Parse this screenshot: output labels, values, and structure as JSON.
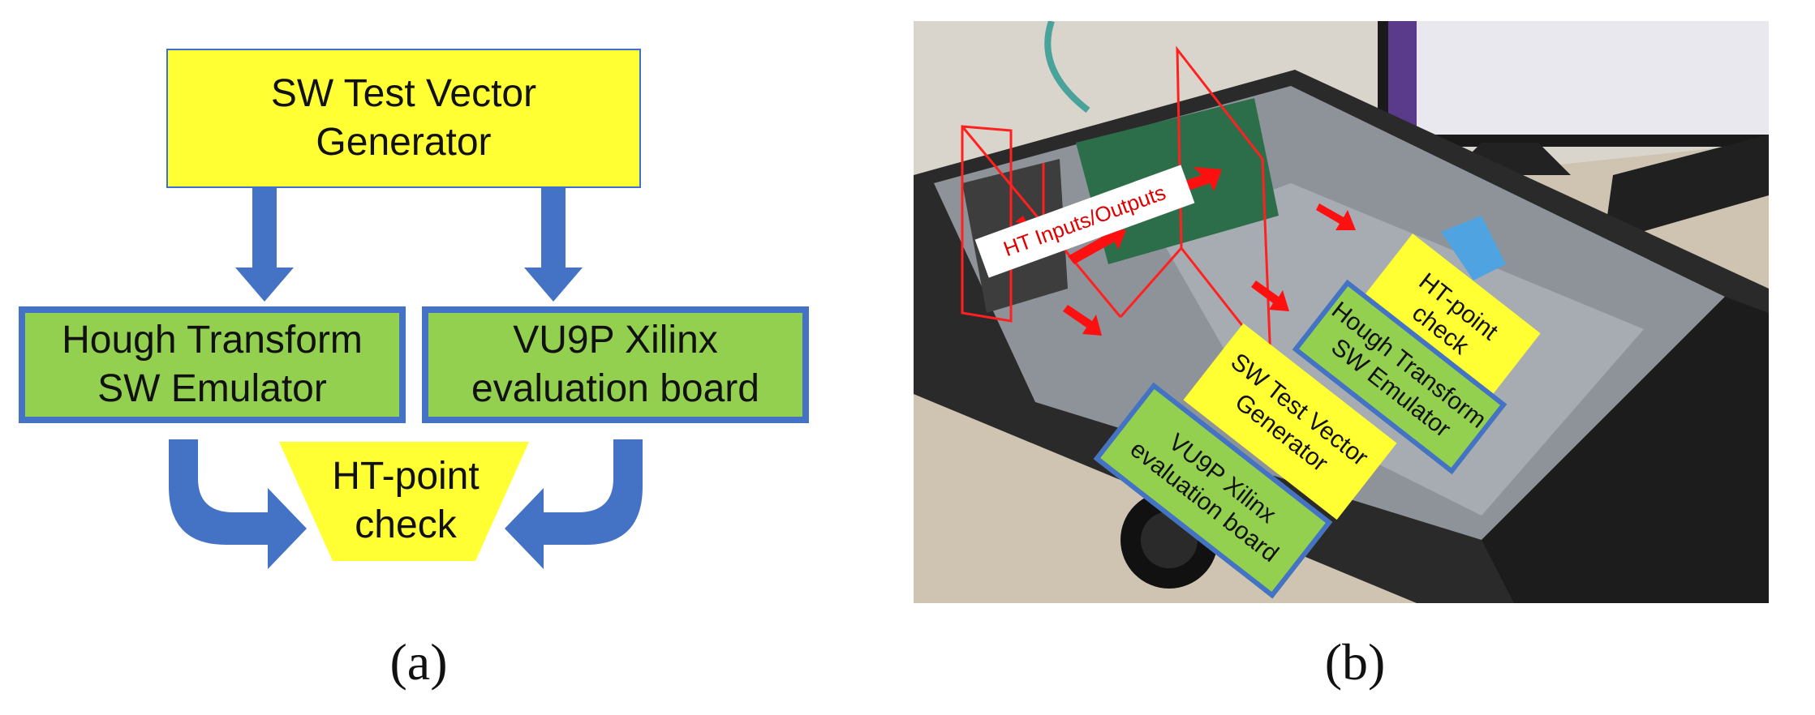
{
  "diagram_a": {
    "generator": "SW Test Vector\nGenerator",
    "emulator": "Hough Transform\nSW Emulator",
    "board": "VU9P Xilinx\nevaluation board",
    "check": "HT-point\ncheck",
    "caption": "(a)"
  },
  "photo_b": {
    "io_label": "HT Inputs/Outputs",
    "check": "HT-point\ncheck",
    "emulator": "Hough Transform\nSW Emulator",
    "generator": "SW Test Vector\nGenerator",
    "board": "VU9P Xilinx\nevaluation board",
    "caption": "(b)"
  },
  "colors": {
    "yellow_box": "#ffff33",
    "green_box": "#93d050",
    "blue_border_arrow": "#4472c4",
    "red_arrow": "#ff0000"
  }
}
